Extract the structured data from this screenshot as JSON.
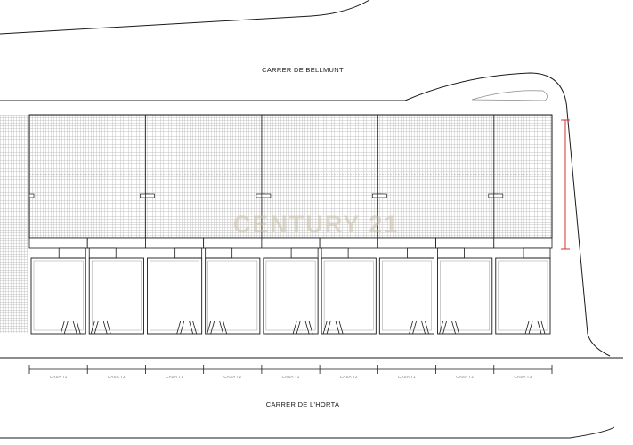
{
  "streets": {
    "north": "CARRER DE BELLMUNT",
    "south": "CARRER DE L'HORTA"
  },
  "watermark": "CENTURY 21",
  "houses": [
    {
      "label": "CASA T1"
    },
    {
      "label": "CASA T2"
    },
    {
      "label": "CASA T1"
    },
    {
      "label": "CASA T2"
    },
    {
      "label": "CASA T1"
    },
    {
      "label": "CASA T2"
    },
    {
      "label": "CASA T1"
    },
    {
      "label": "CASA T2"
    },
    {
      "label": "CASA T3"
    }
  ],
  "colors": {
    "line": "#1a1a1a",
    "roof_hatch": "#c4c4c4",
    "dimension_marker": "#d9302e",
    "watermark": "#c9bfa6"
  }
}
